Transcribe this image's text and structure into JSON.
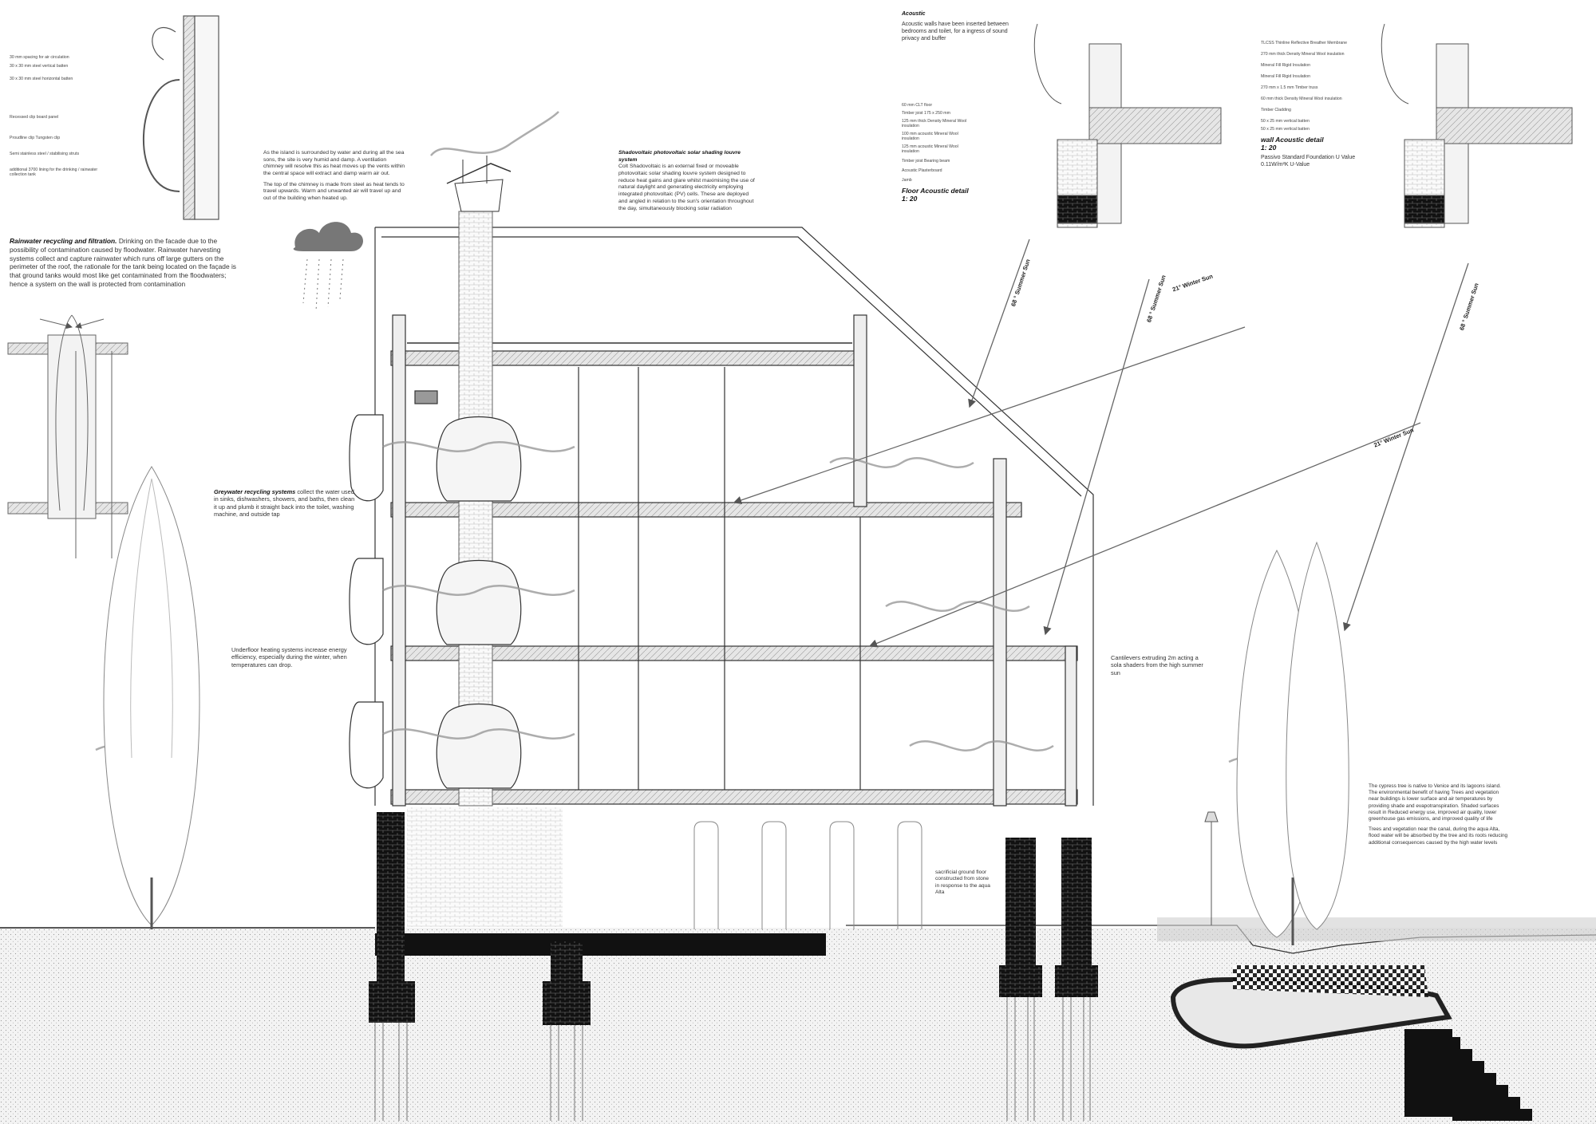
{
  "annotations": {
    "rainwater": {
      "title": "Rainwater recycling and filtration.",
      "body": "Drinking on the facade due to the possibility of contamination caused by floodwater. Rainwater harvesting systems collect and capture rainwater which runs off large gutters on the perimeter of the roof, the rationale for the tank being located on the façade is that ground tanks would most like get contaminated from the floodwaters; hence a system on the wall is protected from contamination"
    },
    "chimney": {
      "p1": "As the island is surrounded by water and during all the sea sons, the site is very humid and damp. A ventilation chimney will resolve this as heat moves up the vents within the central space will extract and damp warm air out.",
      "p2": "The top of the chimney is made from steel as heat tends to travel upwards. Warm and unwanted air will travel up and out of the building when heated up."
    },
    "shadovoltaic": {
      "title": "Shadovoltaic photovoltaic solar shading louvre system",
      "body": "Colt Shadovoltaic is an external fixed or moveable photovoltaic solar shading louvre system designed to reduce heat gains and glare whilst maximising the use of natural daylight and generating electricity employing integrated photovoltaic (PV) cells. These are deployed and angled in relation to the sun's orientation throughout the day, simultaneously blocking solar radiation"
    },
    "acoustic": {
      "title": "Acoustic",
      "body": "Acoustic walls have been inserted between bedrooms and toilet, for a ingress of sound privacy and buffer"
    },
    "greywater": {
      "title": "Greywater recycling systems",
      "body": "collect the water used in sinks, dishwashers, showers, and baths, then clean it up and plumb it straight back into the toilet, washing machine, and outside tap"
    },
    "underfloor": {
      "body": "Underfloor heating systems increase energy efficiency, especially during the winter, when temperatures can drop."
    },
    "cantilever": {
      "body": "Cantilevers extruding 2m acting a sola shaders from the high summer sun"
    },
    "sacrificial": {
      "body": "sacrificial ground floor constructed from stone in response to the aqua Alta"
    },
    "cypress": {
      "p1": "The cypress tree is native to Venice and its lagoons island. The environmental benefit of having Trees and vegetation near buildings is lower surface and air temperatures by providing shade and evapotranspiration. Shaded surfaces result in Reduced energy use, improved air quality, lower greenhouse gas emissions, and improved quality of life",
      "p2": "Trees and vegetation near the canal, during the aqua Alta, flood water will be absorbed by the tree and its roots reducing additional consequences caused by the high water levels"
    }
  },
  "details": {
    "floor_title": "Floor Acoustic detail",
    "floor_scale": "1: 20",
    "floor_labels": [
      "60 mm CLT floor",
      "Timber joist 175 x 250 mm",
      "125 mm thick Density Mineral Wool insulation",
      "100 mm acoustic Mineral Wool insulation",
      "125 mm acoustic Mineral Wool insulation",
      "Timber joist Bearing beam",
      "Acoustic Plasterboard",
      "Jamb"
    ],
    "wall_title": "wall Acoustic detail",
    "wall_scale": "1: 20",
    "wall_labels": [
      "TLCSS Thinline Reflective Breather Membrane",
      "270 mm thick Density Mineral Wool insulation",
      "Mineral Fill Rigid Insulation",
      "Mineral Fill Rigid Insulation",
      "270 mm x 1.5 mm Timber truss",
      "60 mm thick Density Mineral Wool insulation",
      "Timber Cladding",
      "50 x 25 mm vertical batten",
      "50 x 25 mm vertical batten"
    ],
    "wall_uvalue_1": "Passivo Standard Foundation U Value",
    "wall_uvalue_2": "0.11W/m²K U-Value",
    "tank_labels": [
      "30 mm spacing for air circulation",
      "30 x 30 mm steel vertical batten",
      "30 x 30 mm steel horizontal batten",
      "Recessed clip board panel",
      "Proudline clip Tungsten clip",
      "Semi stainless steel / stabilising struts",
      "additional 3700 lining for the drinking / rainwater collection tank"
    ]
  },
  "sun_labels": {
    "s1": "68 ° Summer Sun",
    "s2": "68 ° Summer Sun",
    "s3": "21° Winter Sun",
    "s4": "68 ° Summer Sun",
    "s5": "21° Winter Sun"
  }
}
